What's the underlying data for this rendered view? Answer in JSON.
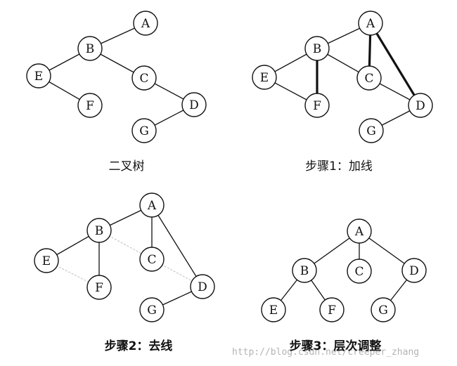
{
  "diagrams": [
    {
      "id": "tree",
      "caption": "二叉树",
      "nodes": [
        "A",
        "B",
        "C",
        "D",
        "E",
        "F",
        "G"
      ],
      "edges": [
        {
          "from": "A",
          "to": "B",
          "style": "normal"
        },
        {
          "from": "B",
          "to": "E",
          "style": "normal"
        },
        {
          "from": "B",
          "to": "C",
          "style": "normal"
        },
        {
          "from": "E",
          "to": "F",
          "style": "normal"
        },
        {
          "from": "C",
          "to": "D",
          "style": "normal"
        },
        {
          "from": "D",
          "to": "G",
          "style": "normal"
        }
      ]
    },
    {
      "id": "step1",
      "caption": "步骤1：加线",
      "nodes": [
        "A",
        "B",
        "C",
        "D",
        "E",
        "F",
        "G"
      ],
      "edges": [
        {
          "from": "A",
          "to": "B",
          "style": "normal"
        },
        {
          "from": "B",
          "to": "E",
          "style": "normal"
        },
        {
          "from": "B",
          "to": "C",
          "style": "normal"
        },
        {
          "from": "E",
          "to": "F",
          "style": "normal"
        },
        {
          "from": "C",
          "to": "D",
          "style": "normal"
        },
        {
          "from": "D",
          "to": "G",
          "style": "normal"
        },
        {
          "from": "B",
          "to": "F",
          "style": "bold"
        },
        {
          "from": "A",
          "to": "C",
          "style": "bold"
        },
        {
          "from": "A",
          "to": "D",
          "style": "bold"
        }
      ]
    },
    {
      "id": "step2",
      "caption": "步骤2：去线",
      "nodes": [
        "A",
        "B",
        "C",
        "D",
        "E",
        "F",
        "G"
      ],
      "edges": [
        {
          "from": "A",
          "to": "B",
          "style": "normal"
        },
        {
          "from": "B",
          "to": "E",
          "style": "normal"
        },
        {
          "from": "B",
          "to": "F",
          "style": "normal"
        },
        {
          "from": "A",
          "to": "C",
          "style": "normal"
        },
        {
          "from": "A",
          "to": "D",
          "style": "normal"
        },
        {
          "from": "D",
          "to": "G",
          "style": "normal"
        },
        {
          "from": "B",
          "to": "C",
          "style": "faded"
        },
        {
          "from": "E",
          "to": "F",
          "style": "faded"
        },
        {
          "from": "C",
          "to": "D",
          "style": "faded"
        }
      ]
    },
    {
      "id": "step3",
      "caption": "步骤3：层次调整",
      "nodes": [
        "A",
        "B",
        "C",
        "D",
        "E",
        "F",
        "G"
      ],
      "edges": [
        {
          "from": "A",
          "to": "B",
          "style": "normal"
        },
        {
          "from": "A",
          "to": "C",
          "style": "normal"
        },
        {
          "from": "A",
          "to": "D",
          "style": "normal"
        },
        {
          "from": "B",
          "to": "E",
          "style": "normal"
        },
        {
          "from": "B",
          "to": "F",
          "style": "normal"
        },
        {
          "from": "D",
          "to": "G",
          "style": "normal"
        }
      ]
    }
  ],
  "watermark": "http://blog.csdn.net/creeper_zhang",
  "colors": {
    "stroke": "#111111",
    "faded": "#c8c8c8",
    "node_fill": "#ffffff",
    "background": "#ffffff"
  }
}
